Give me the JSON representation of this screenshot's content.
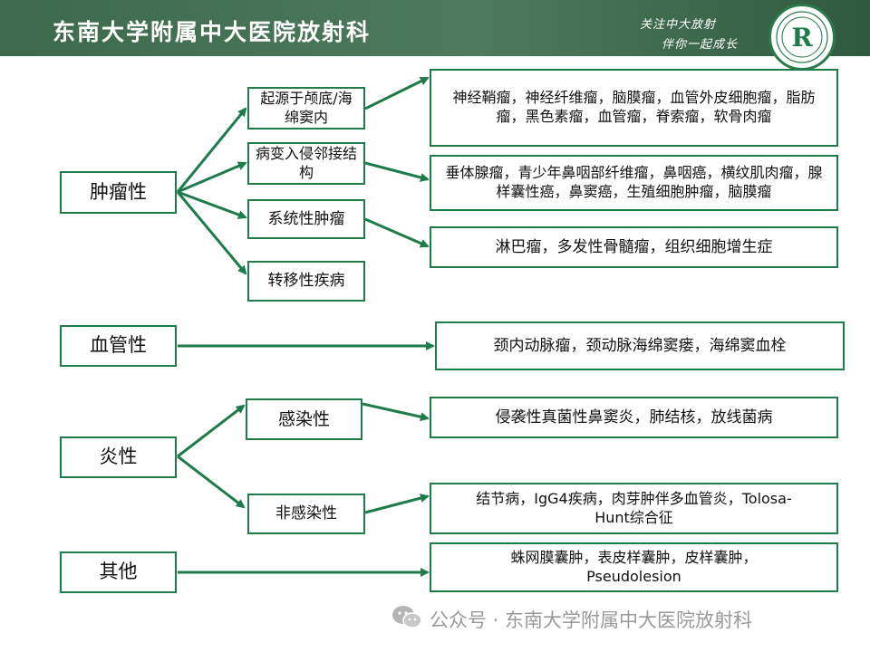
{
  "header": {
    "title": "东南大学附属中大医院放射科",
    "slogan_line1": "关注中大放射",
    "slogan_line2": "伴你一起成长"
  },
  "logo": {
    "letter": "R",
    "icon": "hospital-logo-icon"
  },
  "categories": {
    "neoplastic": "肿瘤性",
    "vascular": "血管性",
    "inflammatory": "炎性",
    "other": "其他"
  },
  "subcategories": {
    "skull_base": "起源于颅底/海绵窦内",
    "invasion": "病变入侵邻接结构",
    "systemic": "系统性肿瘤",
    "metastatic": "转移性疾病",
    "infectious": "感染性",
    "noninfectious": "非感染性"
  },
  "results": {
    "skull_base": "神经鞘瘤，神经纤维瘤，脑膜瘤，血管外皮细胞瘤，脂肪瘤，黑色素瘤，血管瘤，脊索瘤，软骨肉瘤",
    "invasion": "垂体腺瘤，青少年鼻咽部纤维瘤，鼻咽癌，横纹肌肉瘤，腺样囊性癌，鼻窦癌，生殖细胞肿瘤，脑膜瘤",
    "systemic": "淋巴瘤，多发性骨髓瘤，组织细胞增生症",
    "vascular": "颈内动脉瘤，颈动脉海绵窦瘘，海绵窦血栓",
    "infectious": "侵袭性真菌性鼻窦炎，肺结核，放线菌病",
    "noninfectious": "结节病，IgG4疾病，肉芽肿伴多血管炎，Tolosa-Hunt综合征",
    "other": "蛛网膜囊肿，表皮样囊肿，皮样囊肿，Pseudolesion"
  },
  "footer": {
    "text": "公众号 · 东南大学附属中大医院放射科",
    "icon": "wechat-icon"
  },
  "colors": {
    "accent": "#1e7b4a",
    "header_bg": "#4d7a5c",
    "footer_text": "#9a9a9a"
  }
}
